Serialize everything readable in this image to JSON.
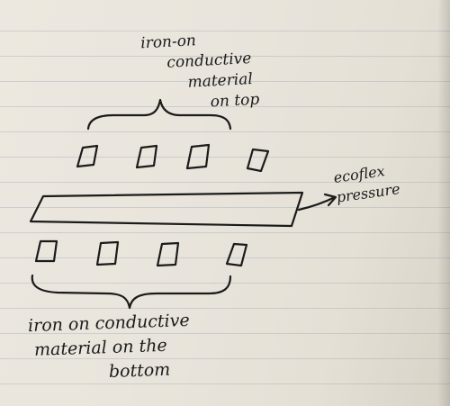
{
  "labels": {
    "top": [
      "iron-on",
      "conductive",
      "material",
      "on top"
    ],
    "right": [
      "ecoflex",
      "pressure"
    ],
    "bottom": [
      "iron on conductive",
      "material on the",
      "bottom"
    ]
  },
  "colors": {
    "ink": "#1b1b1b",
    "paper": "#ebe7de",
    "rule": "#96a0af"
  }
}
